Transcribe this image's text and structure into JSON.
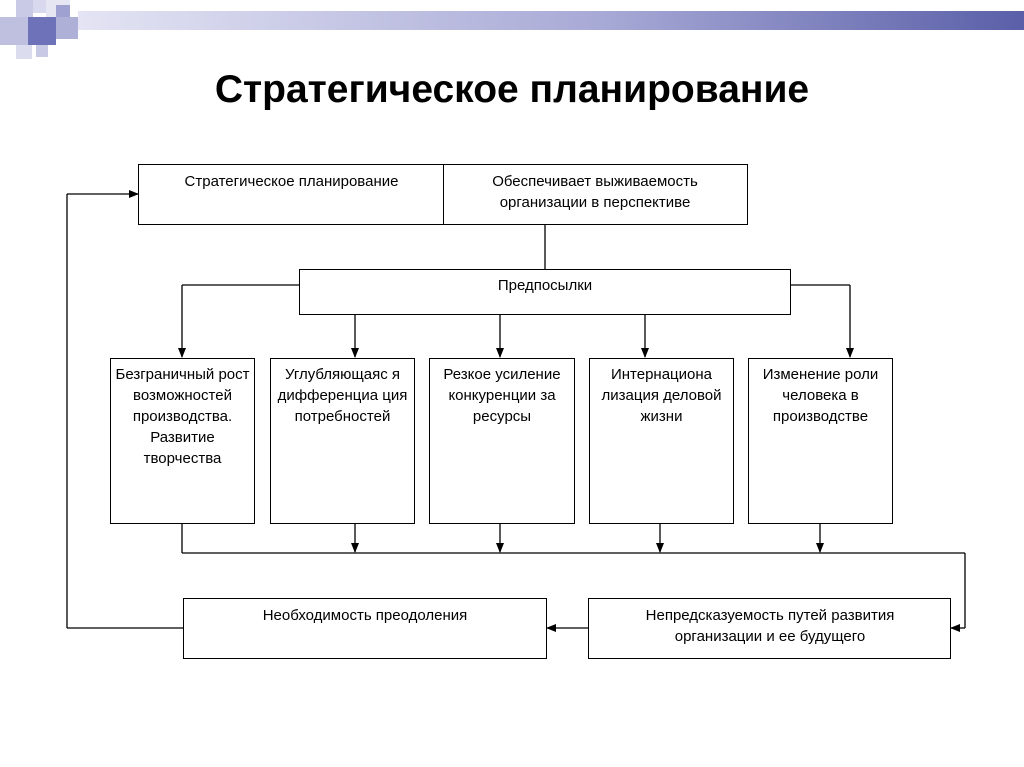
{
  "title": "Стратегическое планирование",
  "top_box": {
    "left": "Стратегическое планирование",
    "right": "Обеспечивает выживаемость организации в перспективе"
  },
  "prereq": "Предпосылки",
  "factors": [
    "Безграничный рост возможностей производства. Развитие творчества",
    "Углубляющаяс я дифференциа ция потребностей",
    "Резкое усиление конкуренции за ресурсы",
    "Интернациона лизация деловой жизни",
    "Изменение роли человека в производстве"
  ],
  "unpredictability": "Непредсказуемость путей развития организации и ее будущего",
  "necessity": "Необходимость преодоления"
}
